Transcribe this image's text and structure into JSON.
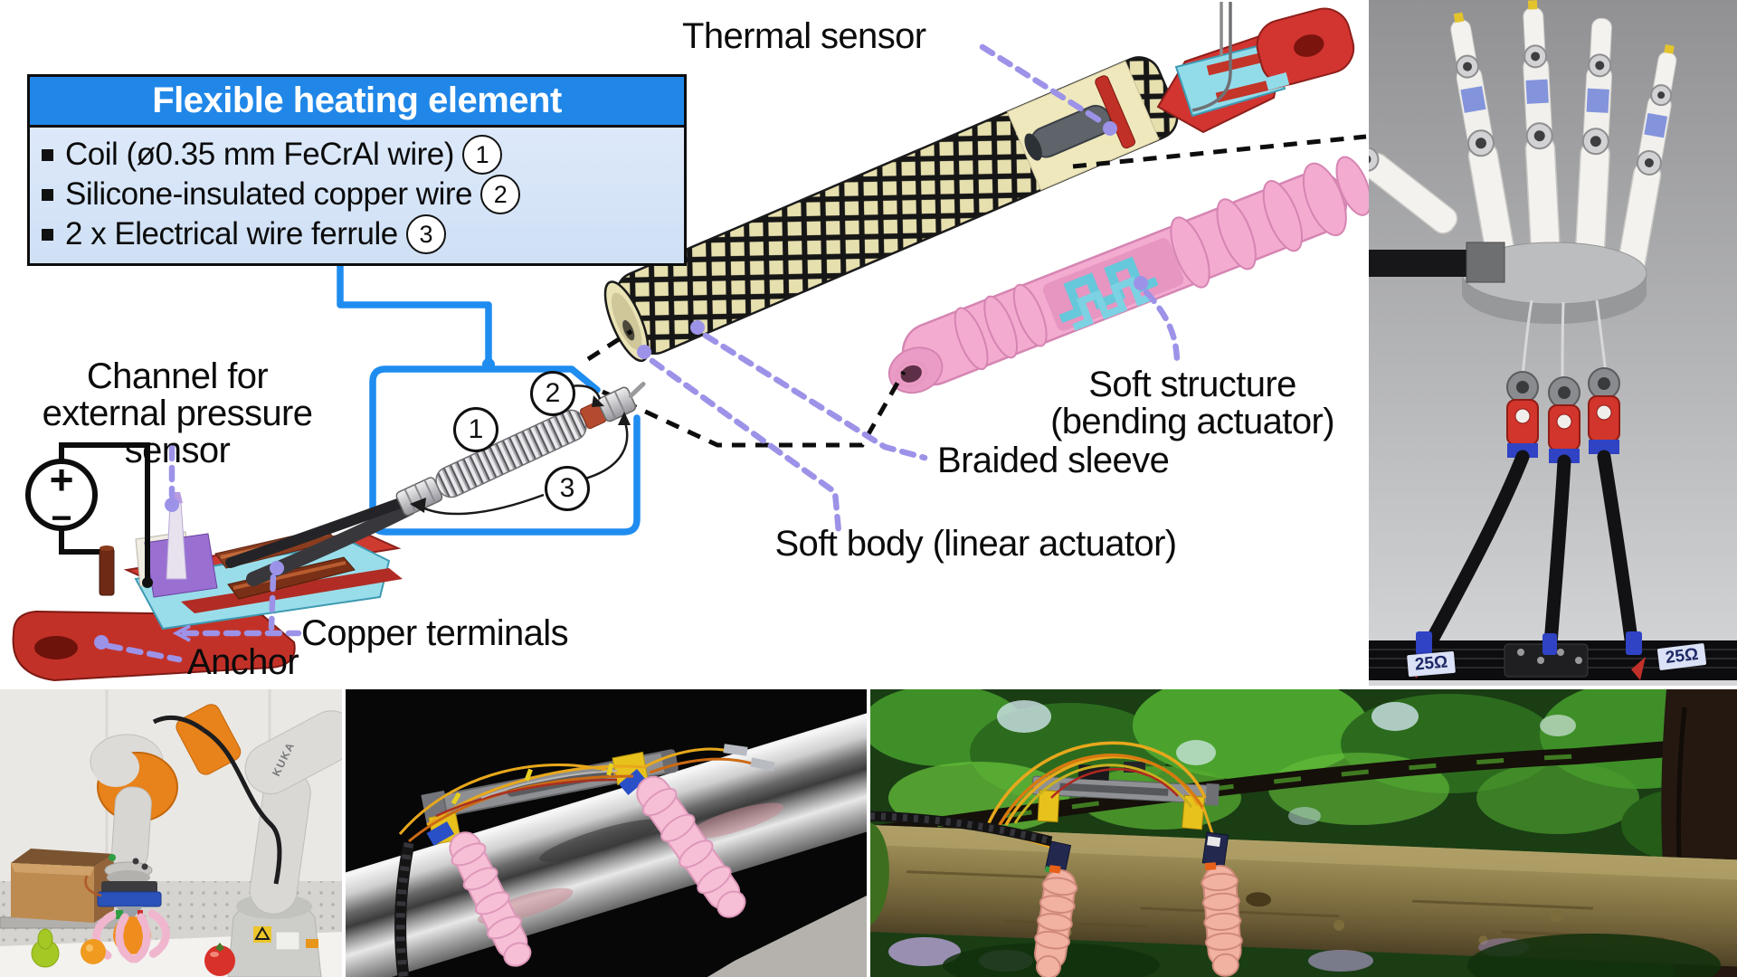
{
  "colors": {
    "accent_blue": "#2087e8",
    "leader_lavender": "#9c93e8",
    "soft_pink": "#f3abd0",
    "cross_section_cyan": "#92dcea",
    "anchor_red": "#d23430",
    "braid_cream": "#e6dfae"
  },
  "diagram": {
    "thermal_sensor_label": "Thermal sensor",
    "info_box": {
      "title": "Flexible heating element",
      "items": [
        {
          "text": "Coil (ø0.35 mm FeCrAl wire)",
          "num": "1"
        },
        {
          "text": "Silicone-insulated copper wire",
          "num": "2"
        },
        {
          "text": "2 x Electrical wire ferrule",
          "num": "3"
        }
      ]
    },
    "channel_label": "Channel for\nexternal pressure\nsensor",
    "copper_terminals_label": "Copper terminals",
    "anchor_label": "Anchor",
    "soft_structure_label": "Soft structure\n(bending actuator)",
    "braided_sleeve_label": "Braided sleeve",
    "soft_body_label": "Soft body (linear actuator)",
    "callouts": {
      "one": "1",
      "two": "2",
      "three": "3"
    },
    "voltage_source": {
      "plus": "+",
      "minus": "−"
    }
  },
  "photos": {
    "hand_rig": {
      "resistor_left": "25Ω",
      "resistor_right": "25Ω"
    },
    "robot_arm": {
      "brand": "KUKA"
    }
  }
}
